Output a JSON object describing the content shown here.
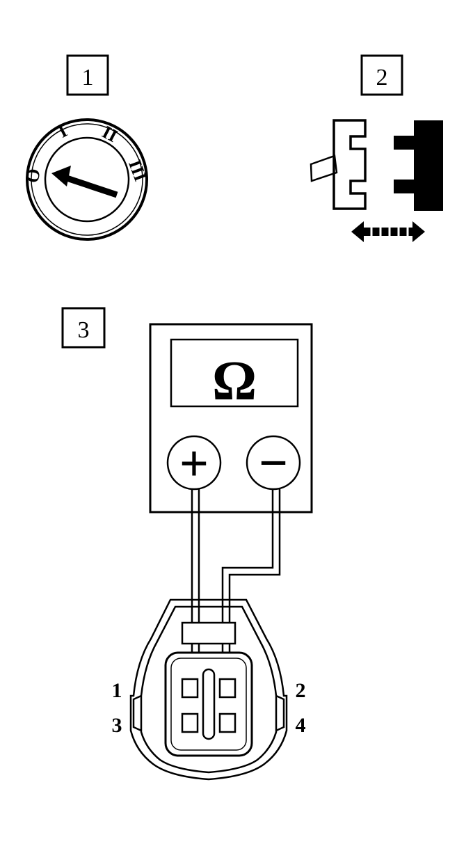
{
  "steps": {
    "step1": "1",
    "step2": "2",
    "step3": "3"
  },
  "ignition": {
    "positions": [
      "O",
      "I",
      "II",
      "III"
    ]
  },
  "meter": {
    "display": "Ω",
    "positive": "+",
    "negative": "−"
  },
  "connector": {
    "pins": [
      "1",
      "2",
      "3",
      "4"
    ]
  },
  "icons": {
    "ignition": "ignition-switch-icon",
    "connector": "connector-disconnect-icon",
    "arrow": "double-arrow-icon",
    "meter": "ohmmeter-icon"
  },
  "colors": {
    "ink": "#000000",
    "paper": "#ffffff"
  }
}
